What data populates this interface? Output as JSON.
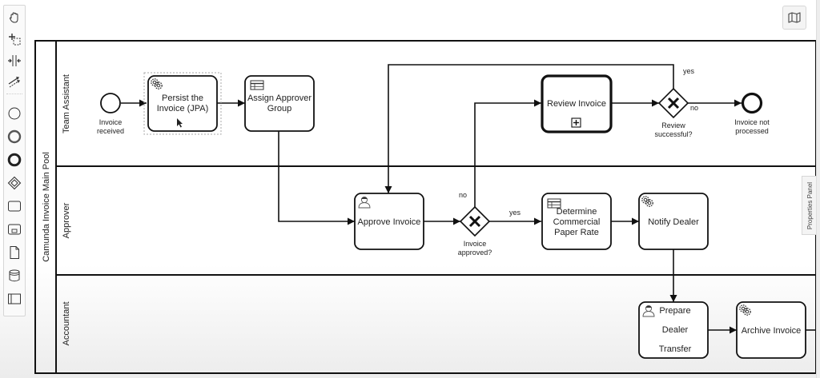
{
  "palette": {
    "tools": [
      {
        "name": "hand-tool",
        "icon": "hand-icon"
      },
      {
        "name": "lasso-tool",
        "icon": "lasso-icon"
      },
      {
        "name": "space-tool",
        "icon": "space-icon"
      },
      {
        "name": "global-connect-tool",
        "icon": "connect-icon"
      },
      {
        "name": "create-start-event",
        "icon": "start-event-icon"
      },
      {
        "name": "create-intermediate-event",
        "icon": "intermediate-event-icon"
      },
      {
        "name": "create-end-event",
        "icon": "end-event-icon"
      },
      {
        "name": "create-gateway",
        "icon": "gateway-icon"
      },
      {
        "name": "create-task",
        "icon": "task-icon"
      },
      {
        "name": "create-subprocess",
        "icon": "subprocess-icon"
      },
      {
        "name": "create-data-object",
        "icon": "data-object-icon"
      },
      {
        "name": "create-data-store",
        "icon": "data-store-icon"
      },
      {
        "name": "create-pool",
        "icon": "pool-icon"
      }
    ]
  },
  "minimap_button": {
    "icon": "map-icon"
  },
  "properties_panel": {
    "label": "Properties Panel"
  },
  "pool": {
    "name": "Camunda Invoice Main Pool",
    "lanes": [
      {
        "name": "Team Assistant"
      },
      {
        "name": "Approver"
      },
      {
        "name": "Accountant"
      }
    ]
  },
  "elements": {
    "start_event": {
      "label_line1": "Invoice",
      "label_line2": "received"
    },
    "persist_invoice": {
      "line1": "Persist the",
      "line2": "Invoice (JPA)",
      "type": "service-task"
    },
    "assign_approver": {
      "line1": "Assign Approver",
      "line2": "Group",
      "type": "business-rule-task"
    },
    "review_invoice": {
      "line1": "Review Invoice",
      "type": "collapsed-subprocess"
    },
    "review_gateway": {
      "label_line1": "Review",
      "label_line2": "successful?",
      "yes": "yes",
      "no": "no"
    },
    "end_event": {
      "label_line1": "Invoice not",
      "label_line2": "processed"
    },
    "approve_invoice": {
      "line1": "Approve Invoice",
      "type": "user-task"
    },
    "approve_gateway": {
      "label_line1": "Invoice",
      "label_line2": "approved?",
      "yes": "yes",
      "no": "no"
    },
    "determine_rate": {
      "line1": "Determine",
      "line2": "Commercial",
      "line3": "Paper Rate",
      "type": "business-rule-task"
    },
    "notify_dealer": {
      "line1": "Notify Dealer",
      "type": "service-task"
    },
    "prepare_transfer": {
      "line1": "Prepare",
      "line2": "Dealer",
      "line3": "Transfer",
      "type": "user-task"
    },
    "archive_invoice": {
      "line1": "Archive Invoice",
      "type": "service-task"
    }
  }
}
